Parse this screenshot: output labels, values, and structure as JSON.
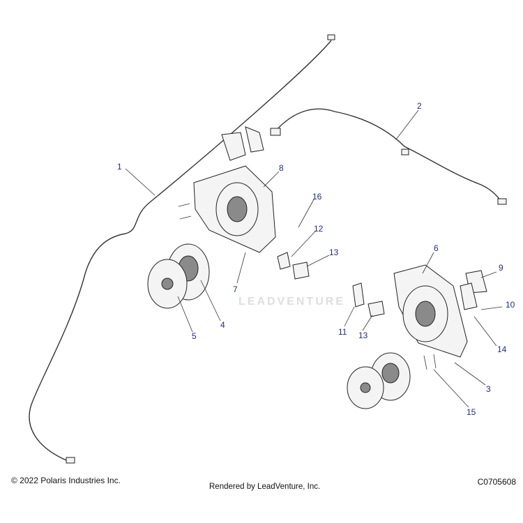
{
  "callouts": [
    "1",
    "2",
    "3",
    "4",
    "5",
    "6",
    "7",
    "8",
    "9",
    "10",
    "11",
    "12",
    "13",
    "13",
    "14",
    "15",
    "16"
  ],
  "footer": {
    "copyright": "© 2022 Polaris Industries Inc.",
    "rendered": "Rendered by LeadVenture, Inc.",
    "code": "C0705608"
  },
  "watermark": "LEADVENTURE",
  "colors": {
    "callout": "#1f2a8a",
    "line": "#333333"
  }
}
